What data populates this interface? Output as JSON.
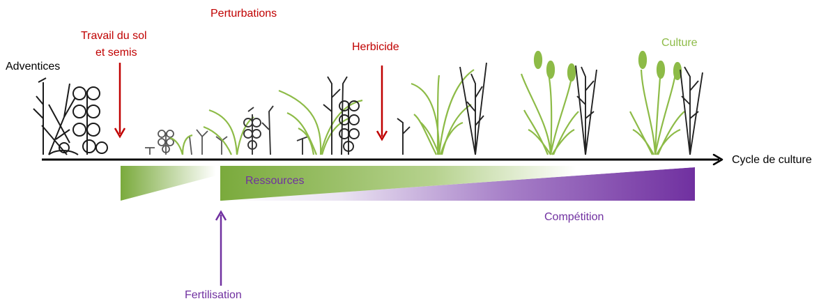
{
  "labels": {
    "perturbations": "Perturbations",
    "travail_line1": "Travail du sol",
    "travail_line2": "et semis",
    "herbicide": "Herbicide",
    "adventices": "Adventices",
    "culture": "Culture",
    "cycle": "Cycle de culture",
    "ressources": "Ressources",
    "competition": "Compétition",
    "fertilisation": "Fertilisation"
  },
  "colors": {
    "disturbance": "#c00000",
    "crop": "#8dbb47",
    "resources_green": "#7aaa3c",
    "competition_purple": "#7030a0",
    "weed": "#1a1a1a",
    "axis": "#000000"
  }
}
